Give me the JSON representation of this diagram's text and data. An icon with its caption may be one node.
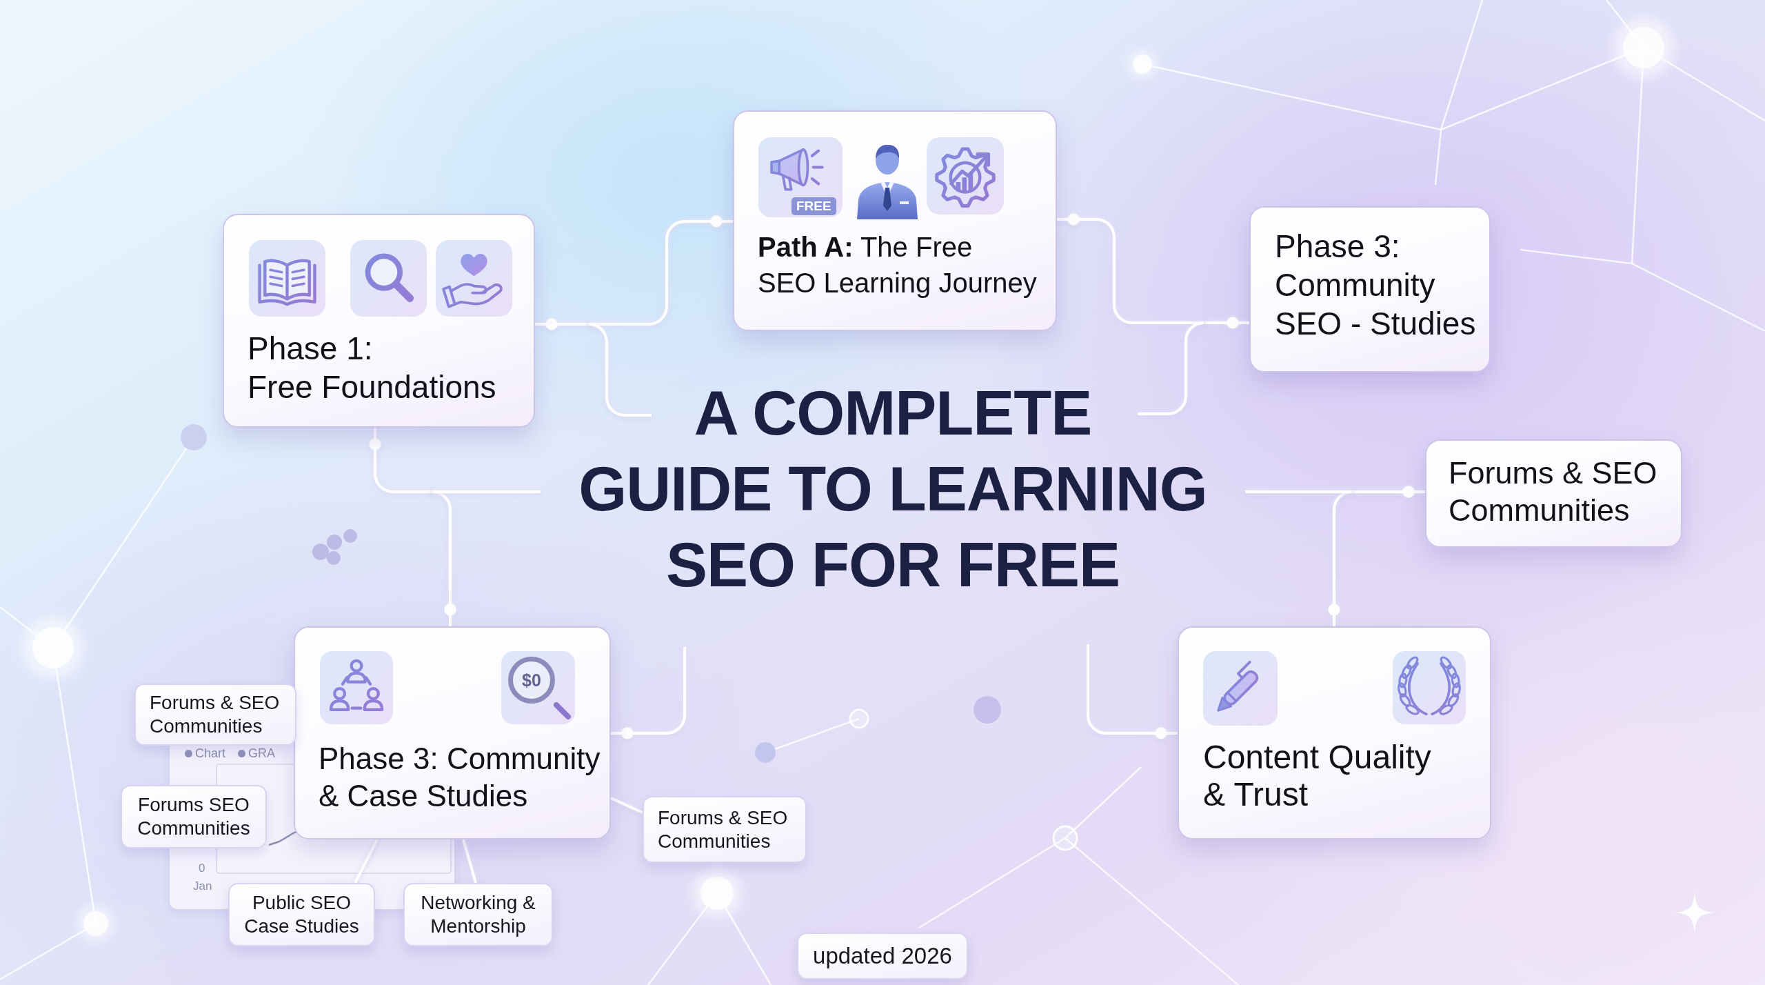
{
  "diagram": {
    "title": "A COMPLETE GUIDE TO LEARNING SEO FOR FREE",
    "nodes": [
      {
        "text": [
          "Phase 1: Free Foundations"
        ]
      },
      {
        "text": [
          "FREE",
          "**Path A:** The Free SEO Learning Journey"
        ]
      },
      {
        "text": [
          "Phase 3: Community SEO - Studies"
        ]
      },
      {
        "text": [
          "Forums & SEO Communities"
        ]
      },
      {
        "text": [
          "$0",
          "Phase 3: Community & Case Studies"
        ]
      },
      {
        "text": [
          "Content Quality & Trust"
        ]
      },
      {
        "text": [
          "Forums & SEO Communities"
        ]
      },
      {
        "text": [
          "Forums SEO Communities"
        ]
      },
      {
        "text": [
          "Public SEO Case Studies"
        ]
      },
      {
        "text": [
          "Networking & Mentorship"
        ]
      },
      {
        "text": [
          "Forums & SEO Communities"
        ]
      },
      {
        "text": [
          "updated 2026"
        ]
      }
    ],
    "edges": [
      {
        "from": 0,
        "to": 1,
        "arrow": "other"
      },
      {
        "from": 0,
        "to": null,
        "arrow": "other"
      },
      {
        "from": 1,
        "to": 2,
        "arrow": "other"
      },
      {
        "from": 2,
        "to": null,
        "arrow": "other"
      },
      {
        "from": 0,
        "to": 4,
        "arrow": "other"
      },
      {
        "from": 0,
        "to": null,
        "arrow": "other"
      },
      {
        "from": 3,
        "to": 5,
        "arrow": "other"
      },
      {
        "from": 3,
        "to": null,
        "arrow": "other"
      },
      {
        "from": 4,
        "to": null,
        "arrow": "other"
      },
      {
        "from": 5,
        "to": null,
        "arrow": "other"
      },
      {
        "from": 4,
        "to": 8,
        "arrow": "none"
      },
      {
        "from": 4,
        "to": 9,
        "arrow": "none"
      },
      {
        "from": 4,
        "to": 10,
        "arrow": "none"
      }
    ],
    "labels": [
      "0",
      "Jan"
    ],
    "legend": [
      {
        "text": "Chart",
        "color": "#8f91b8"
      },
      {
        "text": "GRA",
        "color": "#8f91b8"
      }
    ]
  }
}
